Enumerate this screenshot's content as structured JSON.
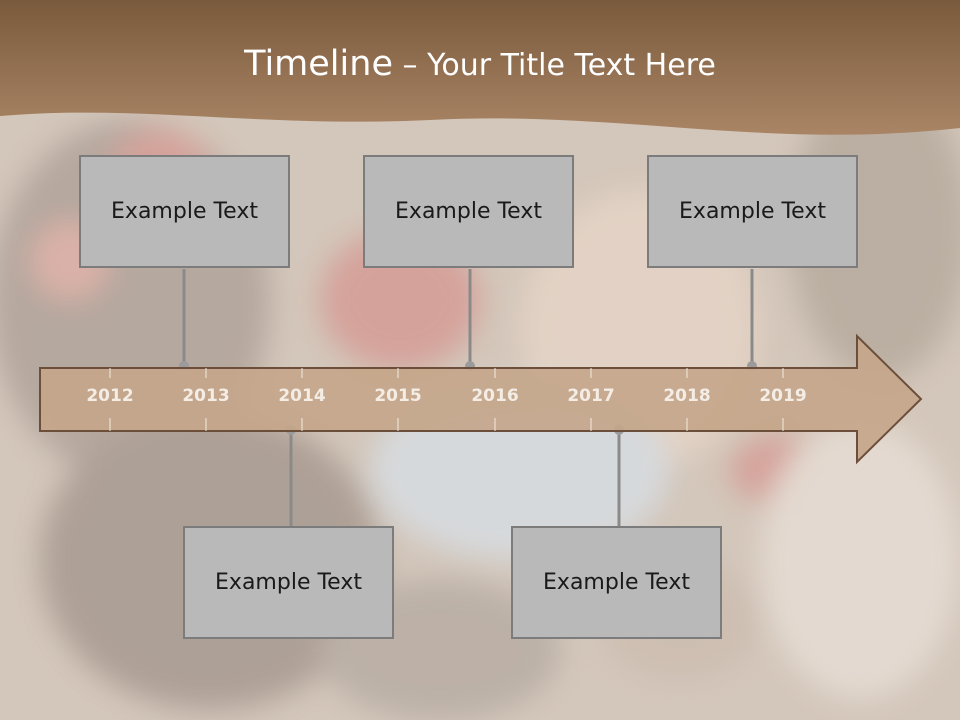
{
  "title": {
    "main": "Timeline",
    "dash": " – ",
    "sub": "Your Title Text Here"
  },
  "years": [
    "2012",
    "2013",
    "2014",
    "2015",
    "2016",
    "2017",
    "2018",
    "2019"
  ],
  "events": [
    {
      "text": "Example Text",
      "position": "above"
    },
    {
      "text": "Example Text",
      "position": "above"
    },
    {
      "text": "Example Text",
      "position": "above"
    },
    {
      "text": "Example Text",
      "position": "below"
    },
    {
      "text": "Example Text",
      "position": "below"
    }
  ],
  "colors": {
    "header": "#8b6a4c",
    "arrow_fill": "#c4a68a",
    "arrow_stroke": "#6b4f3a",
    "box_fill": "#b9b9b9",
    "box_border": "#7c7c7c",
    "connector": "#8a8a8a"
  }
}
